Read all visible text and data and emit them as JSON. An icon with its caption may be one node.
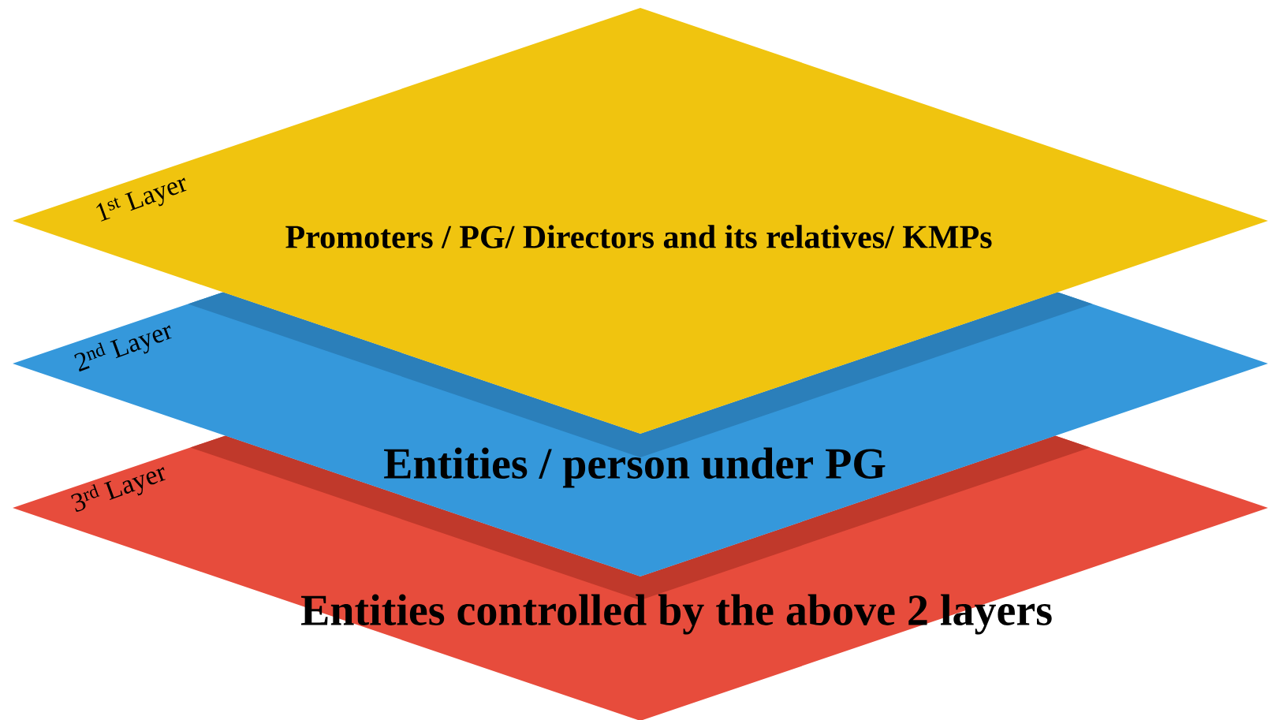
{
  "diagram": {
    "nodes": [
      {
        "text": [
          "1$^{st}$ Layer",
          "Promoters / PG/ Directors and its relatives/ KMPs"
        ]
      },
      {
        "text": [
          "2$^{nd}$  Layer",
          "Entities / person under PG"
        ]
      },
      {
        "text": [
          "3$^{rd}$ Layer",
          "Entities controlled by the above 2 layers"
        ]
      }
    ]
  }
}
